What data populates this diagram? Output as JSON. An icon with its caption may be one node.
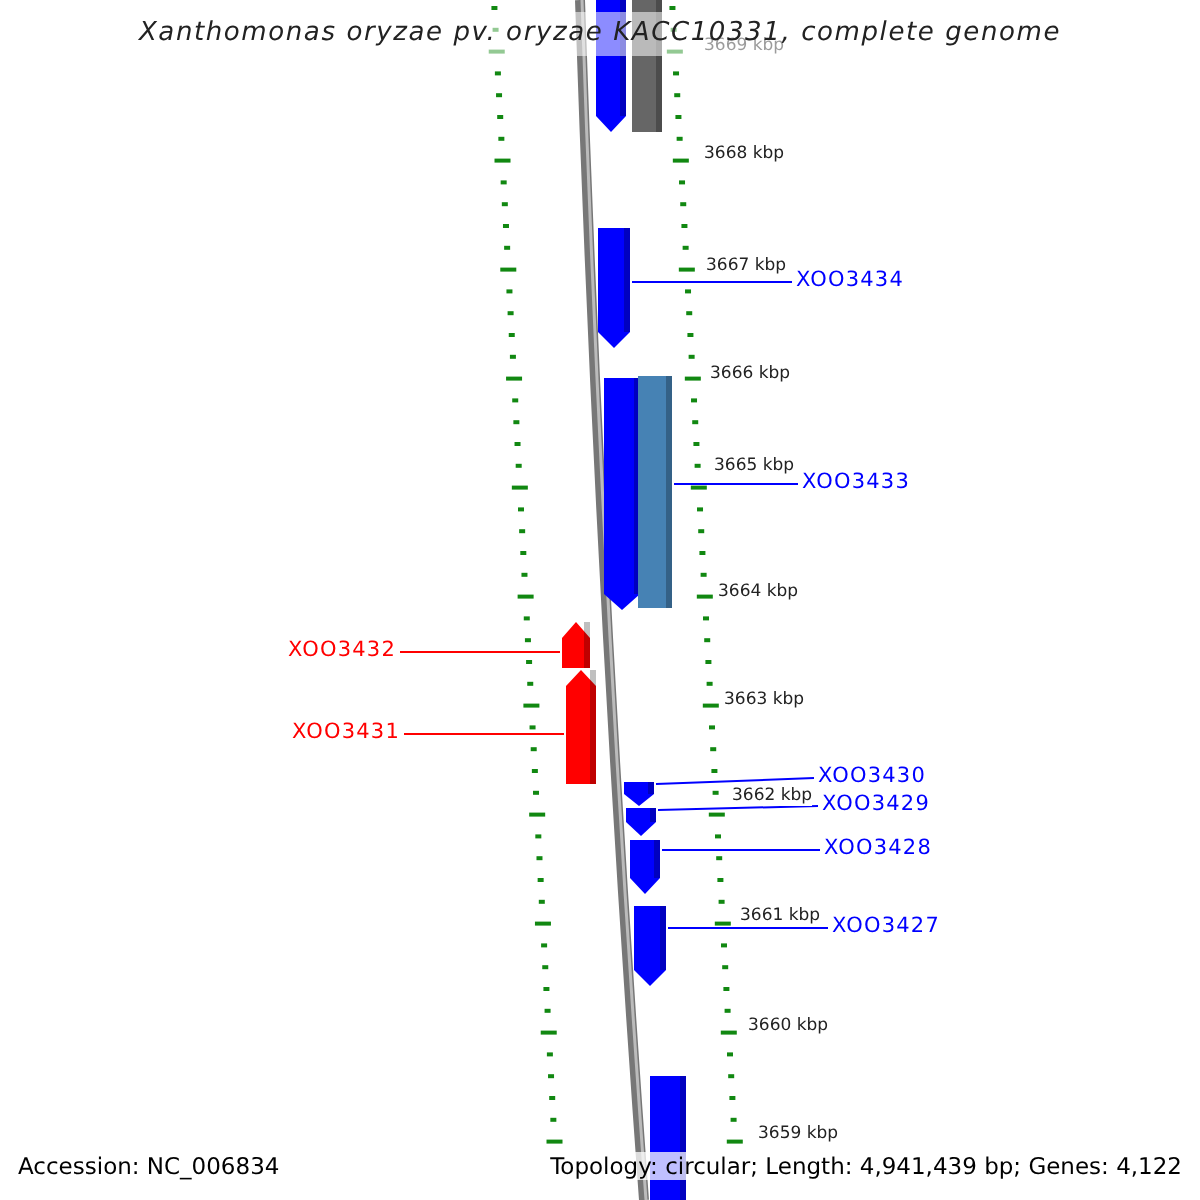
{
  "diagram": {
    "title": "Xanthomonas oryzae pv. oryzae KACC10331, complete genome",
    "nodes": [
      {
        "text": [],
        "shape": "arrow"
      },
      {
        "text": [],
        "shape": "bar"
      },
      {
        "text": [],
        "shape": "arrow"
      },
      {
        "text": [
          "XOO3434"
        ]
      },
      {
        "text": [],
        "shape": "arrow"
      },
      {
        "text": [],
        "shape": "bar"
      },
      {
        "text": [
          "XOO3433"
        ]
      },
      {
        "text": [
          "XOO3432"
        ]
      },
      {
        "text": [],
        "shape": "arrow"
      },
      {
        "text": [
          "XOO3431"
        ]
      },
      {
        "text": [],
        "shape": "arrow"
      },
      {
        "text": [],
        "shape": "arrow"
      },
      {
        "text": [
          "XOO3430"
        ]
      },
      {
        "text": [],
        "shape": "arrow"
      },
      {
        "text": [
          "XOO3429"
        ]
      },
      {
        "text": [],
        "shape": "arrow"
      },
      {
        "text": [
          "XOO3428"
        ]
      },
      {
        "text": [],
        "shape": "arrow"
      },
      {
        "text": [
          "XOO3427"
        ]
      },
      {
        "text": [],
        "shape": "bar"
      }
    ],
    "edges": [
      {
        "from": 3,
        "to": 2,
        "arrow": "none",
        "color": "#0000ff"
      },
      {
        "from": 6,
        "to": 5,
        "arrow": "none",
        "color": "#0000ff"
      },
      {
        "from": 7,
        "to": 8,
        "arrow": "none",
        "color": "#ff0000"
      },
      {
        "from": 9,
        "to": 10,
        "arrow": "none",
        "color": "#ff0000"
      },
      {
        "from": 12,
        "to": 11,
        "arrow": "none",
        "color": "#0000ff"
      },
      {
        "from": 14,
        "to": 13,
        "arrow": "none",
        "color": "#0000ff"
      },
      {
        "from": 16,
        "to": 15,
        "arrow": "none",
        "color": "#0000ff"
      },
      {
        "from": 18,
        "to": 17,
        "arrow": "none",
        "color": "#0000ff"
      }
    ],
    "labels": [
      "3669 kbp",
      "3668 kbp",
      "3667 kbp",
      "3666 kbp",
      "3665 kbp",
      "3664 kbp",
      "3663 kbp",
      "3662 kbp",
      "3661 kbp",
      "3660 kbp",
      "3659 kbp",
      "Accession: NC_006834",
      "Topology: circular; Length: 4,941,439 bp; Genes: 4,122"
    ]
  }
}
